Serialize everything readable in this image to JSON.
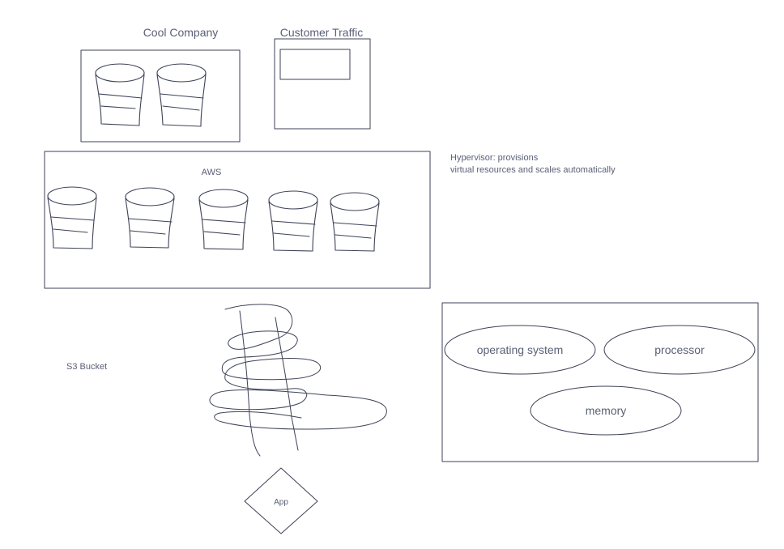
{
  "diagram": {
    "labels": {
      "cool_company": "Cool Company",
      "customer_traffic": "Customer Traffic",
      "aws": "AWS",
      "hypervisor_line1": "Hypervisor: provisions",
      "hypervisor_line2": "virtual resources and scales automatically",
      "s3_bucket": "S3 Bucket",
      "app": "App",
      "operating_system": "operating system",
      "processor": "processor",
      "memory": "memory"
    },
    "colors": {
      "ink": "#3e4257",
      "text": "#5a6076",
      "background": "#ffffff"
    }
  }
}
